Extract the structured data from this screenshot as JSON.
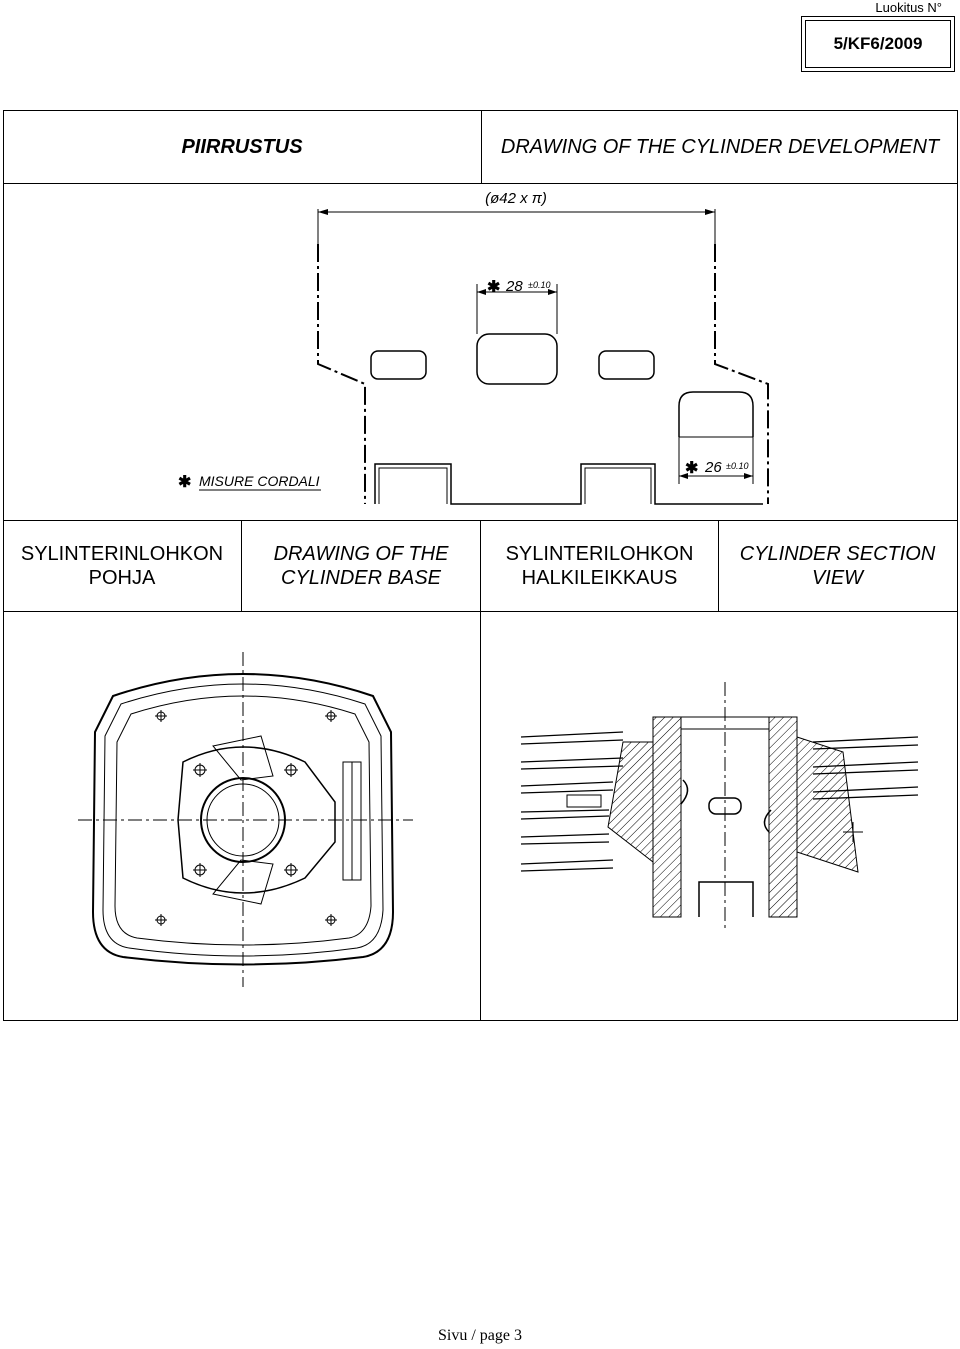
{
  "header": {
    "classification_label": "Luokitus N°",
    "document_number": "5/KF6/2009"
  },
  "title_row": {
    "left": "PIIRRUSTUS",
    "right": "DRAWING OF THE CYLINDER DEVELOPMENT"
  },
  "development_drawing": {
    "dim_total": "(ø42 x π)",
    "dim_port_1_value": "28",
    "dim_port_1_tol": "±0.10",
    "dim_port_2_value": "26",
    "dim_port_2_tol": "±0.10",
    "note_star": "✱",
    "note_text": "MISURE CORDALI"
  },
  "captions": {
    "base_fi_line1": "SYLINTERINLOHKON",
    "base_fi_line2": "POHJA",
    "base_en_line1": "DRAWING OF THE",
    "base_en_line2": "CYLINDER BASE",
    "section_fi_line1": "SYLINTERILOHKON",
    "section_fi_line2": "HALKILEIKKAUS",
    "section_en_line1": "CYLINDER SECTION",
    "section_en_line2": "VIEW"
  },
  "footer": {
    "page": "Sivu / page 3"
  }
}
